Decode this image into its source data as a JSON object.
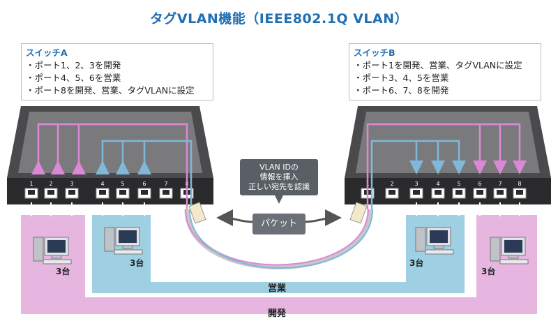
{
  "title": "タグVLAN機能（IEEE802.1Q VLAN）",
  "switch_a": {
    "heading": "スイッチA",
    "lines": [
      "・ポート1、2、3を開発",
      "・ポート4、5、6を営業",
      "・ポート8を開発、営業、タグVLANに設定"
    ]
  },
  "switch_b": {
    "heading": "スイッチB",
    "lines": [
      "・ポート1を開発、営業、タグVLANに設定",
      "・ポート3、4、5を営業",
      "・ポート6、7、8を開発"
    ]
  },
  "bubble": {
    "line1": "VLAN IDの",
    "line2": "情報を挿入",
    "line3": "正しい宛先を認識"
  },
  "packet_label": "パケット",
  "port_numbers": [
    "1",
    "2",
    "3",
    "4",
    "5",
    "6",
    "7",
    "8"
  ],
  "groups": {
    "a_dev_count": "3台",
    "a_sales_count": "3台",
    "b_sales_count": "3台",
    "b_dev_count": "3台"
  },
  "networks": {
    "sales": "営業",
    "dev": "開発"
  },
  "colors": {
    "dev": "#e6b6e0",
    "sales": "#9fcfe2",
    "dev_line": "#dd88d6",
    "sales_line": "#7fb8d8",
    "title": "#1f6fb2"
  }
}
